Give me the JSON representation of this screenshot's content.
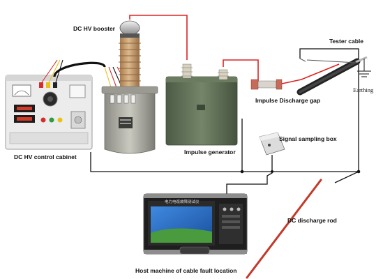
{
  "labels": {
    "booster": "DC HV booster",
    "cabinet": "DC HV control cabinet",
    "impulse_generator": "Impulse generator",
    "discharge_gap": "Impulse Discharge gap",
    "tester_cable": "Tester cable",
    "earthing": "Earthing",
    "sampling_box": "Signal sampling box",
    "discharge_rod": "DC discharge rod",
    "host_machine": "Host machine of cable fault location"
  },
  "screen": {
    "header": "电力电缆故障测试仪"
  },
  "colors": {
    "hv_wire": "#e02020",
    "ground_wire": "#111111",
    "cabinet": "#e8e8e8",
    "booster_insulator": "#c8a070",
    "generator": "#5e6e55",
    "discharge_rod": "#c23a2a",
    "screen": "#2a6cc8"
  }
}
